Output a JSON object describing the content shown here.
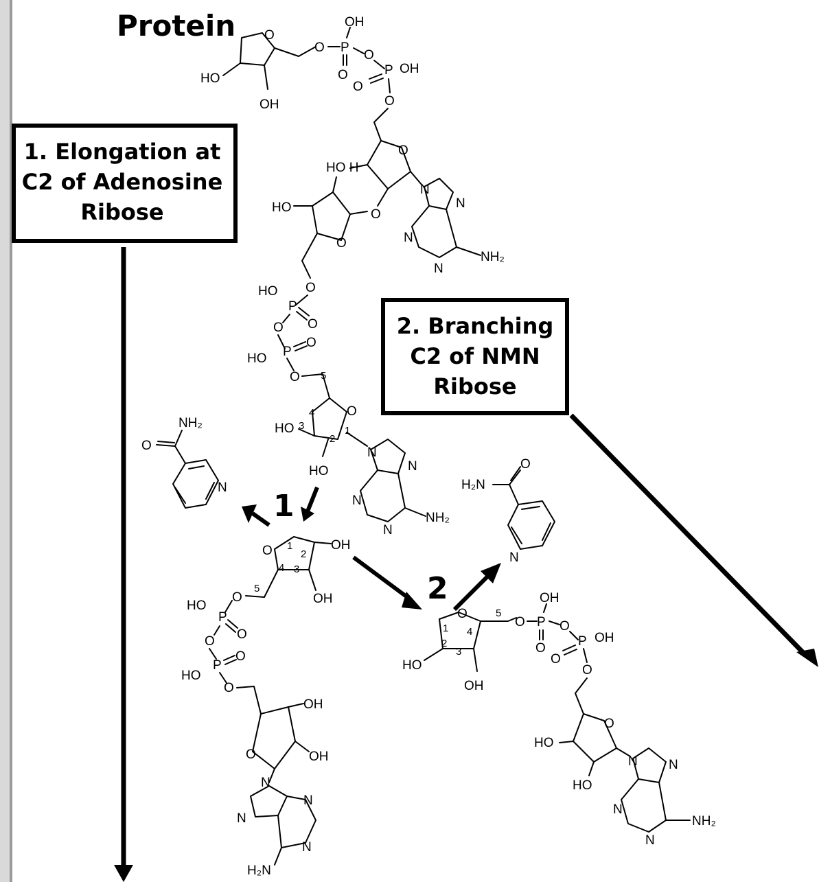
{
  "title": "Protein",
  "box1": {
    "lines": [
      "1. Elongation at",
      "C2 of Adenosine",
      "Ribose"
    ]
  },
  "box2": {
    "lines": [
      "2. Branching",
      "C2 of NMN",
      "Ribose"
    ]
  },
  "step_labels": {
    "step1": "1",
    "step2": "2"
  },
  "atoms": {
    "O": "O",
    "OH": "OH",
    "HO": "HO",
    "P": "P",
    "N": "N",
    "NH2": "NH₂",
    "H2N": "H₂N",
    "HOH": "HO H"
  },
  "carbon_numbers": [
    "1",
    "2",
    "3",
    "4",
    "5"
  ]
}
